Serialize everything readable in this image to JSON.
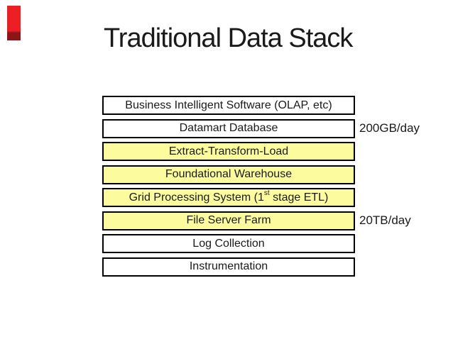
{
  "slide": {
    "title": "Traditional Data Stack"
  },
  "colors": {
    "background": "#FFFFFF",
    "text": "#1A1A1A",
    "box_border": "#000000",
    "box_fill_white": "#FFFFFF",
    "box_fill_yellow": "#FCFC9E",
    "red_bar_top": "#EC2024",
    "red_bar_bottom": "#8C1518"
  },
  "stack": {
    "boxes": [
      {
        "label": "Business Intelligent Software (OLAP, etc)",
        "fill": "white"
      },
      {
        "label": "Datamart Database",
        "fill": "white"
      },
      {
        "label": "Extract-Transform-Load",
        "fill": "yellow"
      },
      {
        "label": "Foundational Warehouse",
        "fill": "yellow"
      },
      {
        "label": "Grid Processing System (1st stage ETL)",
        "fill": "yellow",
        "parts": {
          "pre": "Grid Processing System (1",
          "sup": "st",
          "post": " stage ETL)"
        }
      },
      {
        "label": "File Server Farm",
        "fill": "yellow"
      },
      {
        "label": "Log Collection",
        "fill": "white"
      },
      {
        "label": "Instrumentation",
        "fill": "white"
      }
    ]
  },
  "annotations": [
    {
      "text": "200GB/day"
    },
    {
      "text": "20TB/day"
    }
  ]
}
